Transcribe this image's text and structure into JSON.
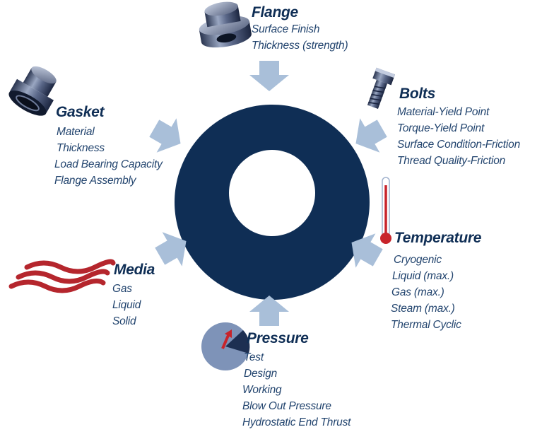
{
  "colors": {
    "ring": "#0f2e55",
    "arrow": "#a9bfd9",
    "heading": "#0f2e55",
    "item_text": "#22446e",
    "waves": "#b5262d",
    "thermometer_bulb": "#c8242b",
    "gauge_face": "#7e93b8",
    "gauge_needle": "#c8242b"
  },
  "groups": {
    "flange": {
      "title": "Flange",
      "icon": "flange-icon",
      "items": [
        "Surface Finish",
        "Thickness (strength)"
      ]
    },
    "bolts": {
      "title": "Bolts",
      "icon": "bolt-icon",
      "items": [
        "Material-Yield Point",
        "Torque-Yield Point",
        "Surface Condition-Friction",
        "Thread Quality-Friction"
      ]
    },
    "gasket": {
      "title": "Gasket",
      "icon": "gasket-icon",
      "items": [
        "Material",
        "Thickness",
        "Load Bearing Capacity",
        "Flange Assembly"
      ]
    },
    "temperature": {
      "title": "Temperature",
      "icon": "thermometer-icon",
      "items": [
        "Cryogenic",
        "Liquid (max.)",
        "Gas (max.)",
        "Steam (max.)",
        "Thermal Cyclic"
      ]
    },
    "media": {
      "title": "Media",
      "icon": "waves-icon",
      "items": [
        "Gas",
        "Liquid",
        "Solid"
      ]
    },
    "pressure": {
      "title": "Pressure",
      "icon": "pressure-gauge-icon",
      "items": [
        "Test",
        "Design",
        "Working",
        "Blow Out Pressure",
        "Hydrostatic End Thrust"
      ]
    }
  }
}
